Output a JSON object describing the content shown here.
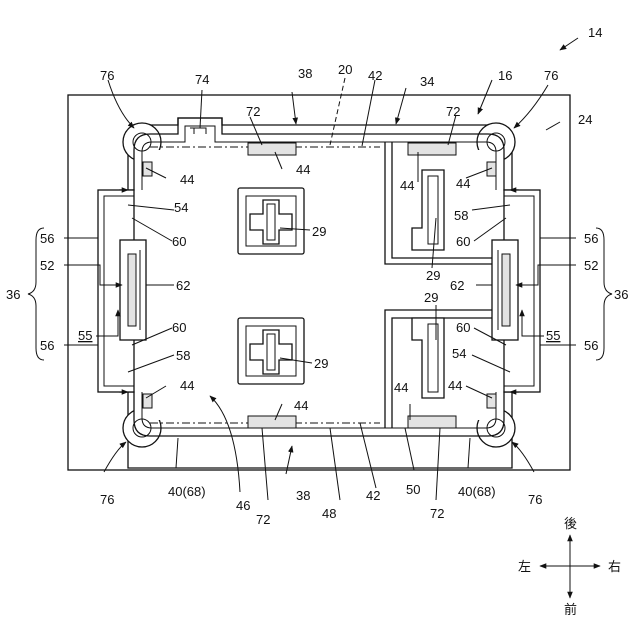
{
  "figure_number": "14",
  "numerals": {
    "n16": "16",
    "n20": "20",
    "n24": "24",
    "n29": "29",
    "n34": "34",
    "n36": "36",
    "n38": "38",
    "n40": "40",
    "n40_68": "40(68)",
    "n42": "42",
    "n44": "44",
    "n46": "46",
    "n48": "48",
    "n50": "50",
    "n52": "52",
    "n54": "54",
    "n55": "55",
    "n56": "56",
    "n58": "58",
    "n60": "60",
    "n62": "62",
    "n72": "72",
    "n74": "74",
    "n76": "76"
  },
  "direction_labels": {
    "rear": "後",
    "front": "前",
    "left": "左",
    "right": "右"
  }
}
